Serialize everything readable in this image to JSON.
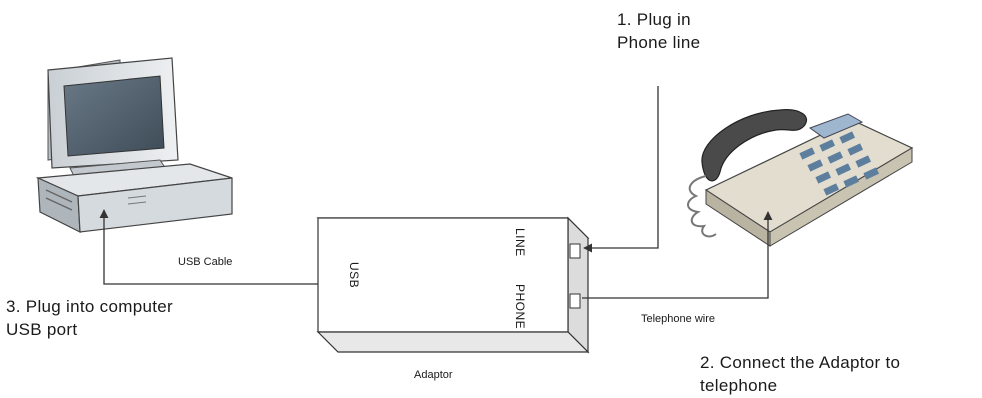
{
  "steps": {
    "step1": {
      "line1": "1. Plug in",
      "line2": "Phone line"
    },
    "step2": {
      "line1": "2. Connect the Adaptor to",
      "line2": "telephone"
    },
    "step3": {
      "line1": "3. Plug into computer",
      "line2": "USB port"
    }
  },
  "labels": {
    "usb_cable": "USB Cable",
    "telephone_wire": "Telephone wire",
    "adaptor": "Adaptor"
  },
  "ports": {
    "line": "LINE",
    "phone": "PHONE",
    "usb": "USB"
  },
  "icons": {
    "computer": "desktop-computer-icon",
    "telephone": "desk-telephone-icon"
  },
  "colors": {
    "line": "#333333",
    "monitor_body": "#d9dde0",
    "screen": "#4f5f6d",
    "phone_body": "#ddd8c8",
    "phone_screen": "#9fb6cf",
    "keypad": "#5d7e9d"
  }
}
